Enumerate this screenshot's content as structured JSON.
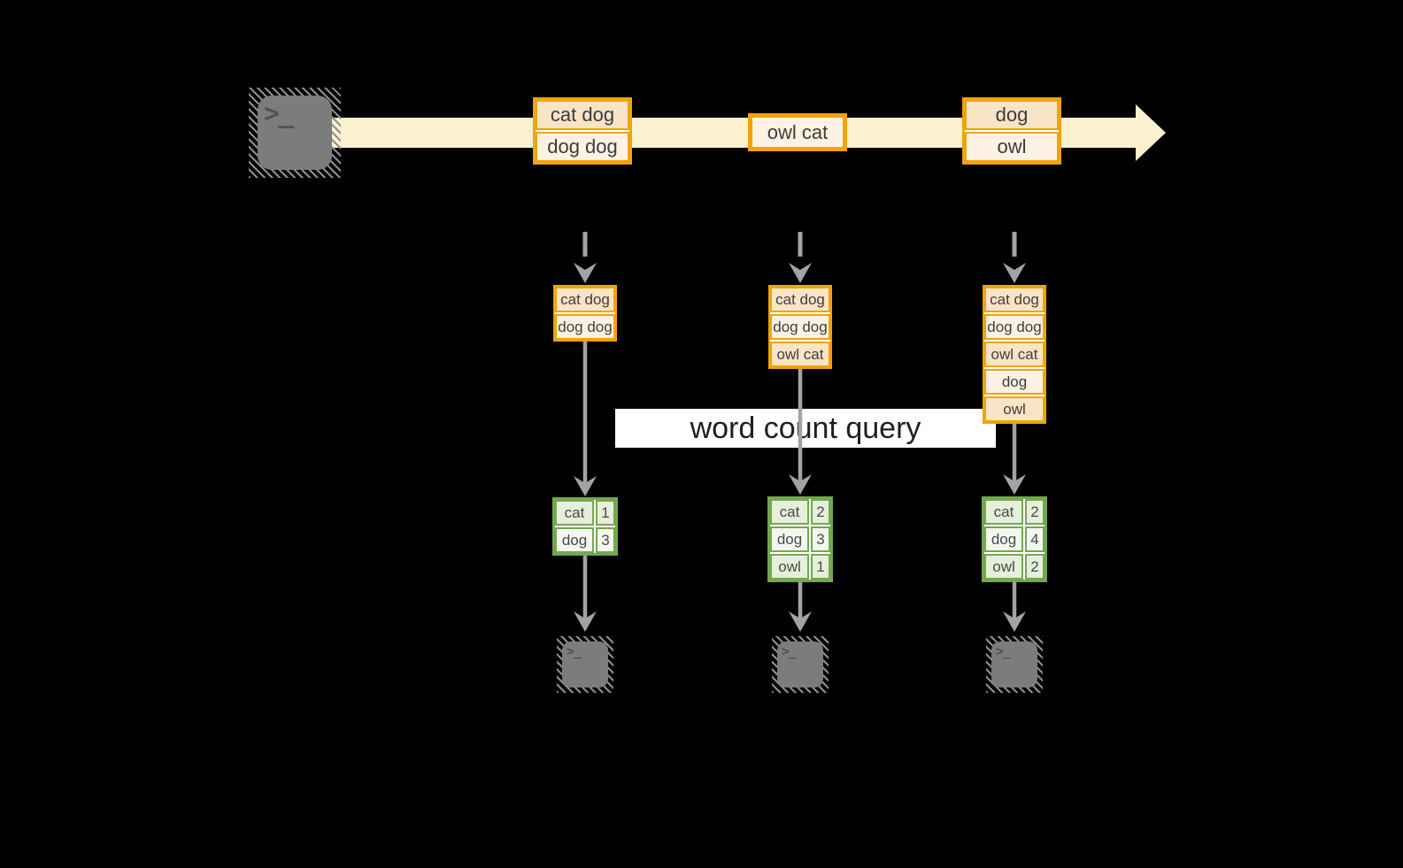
{
  "diagram": {
    "banner": {
      "label": "word count query"
    },
    "stream": {
      "batches": [
        {
          "cells": [
            "cat dog",
            "dog dog"
          ]
        },
        {
          "cells": [
            "owl cat"
          ]
        },
        {
          "cells": [
            "dog",
            "owl"
          ]
        }
      ]
    },
    "columns": [
      {
        "buffer": [
          "cat dog",
          "dog dog"
        ],
        "counts": [
          {
            "word": "cat",
            "count": "1"
          },
          {
            "word": "dog",
            "count": "3"
          }
        ]
      },
      {
        "buffer": [
          "cat dog",
          "dog dog",
          "owl cat"
        ],
        "counts": [
          {
            "word": "cat",
            "count": "2"
          },
          {
            "word": "dog",
            "count": "3"
          },
          {
            "word": "owl",
            "count": "1"
          }
        ]
      },
      {
        "buffer": [
          "cat dog",
          "dog dog",
          "owl cat",
          "dog",
          "owl"
        ],
        "counts": [
          {
            "word": "cat",
            "count": "2"
          },
          {
            "word": "dog",
            "count": "4"
          },
          {
            "word": "owl",
            "count": "2"
          }
        ]
      }
    ],
    "icons": {
      "terminal_prompt": ">_"
    },
    "colors": {
      "background": "#000000",
      "stream_fill": "#FBF1CE",
      "orange_border": "#F0A30A",
      "cell_peach_dark": "#FAE4C6",
      "cell_peach_light": "#FDF2E4",
      "green_border": "#74A850",
      "cell_green_dark": "#E5EFDA",
      "cell_green_light": "#F3F7EE",
      "arrow_gray": "#A3A3A3",
      "terminal_gray": "#7C7C7C",
      "banner_bg": "#FFFFFF"
    }
  }
}
